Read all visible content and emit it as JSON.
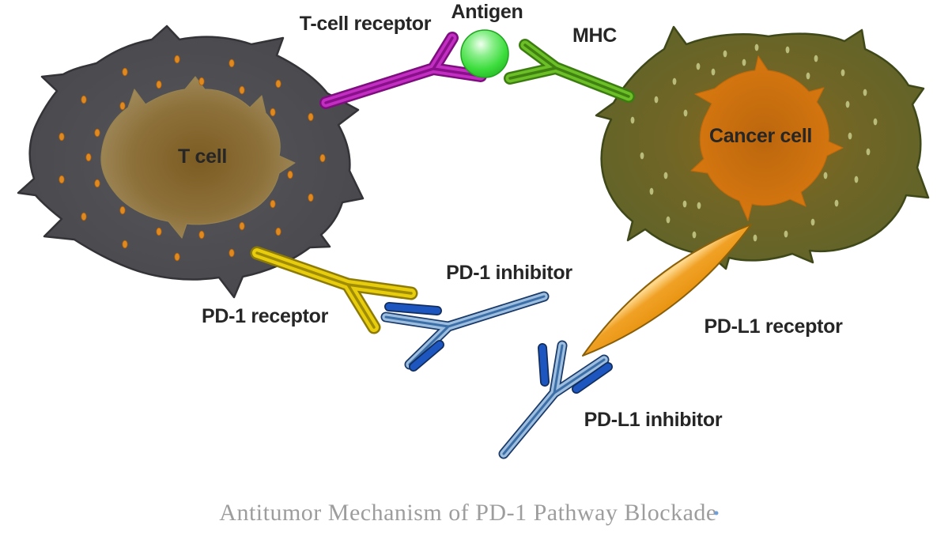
{
  "figure": {
    "background": "#ffffff",
    "label_color": "#262626",
    "labels": {
      "t_cell_receptor": "T-cell receptor",
      "antigen": "Antigen",
      "mhc": "MHC",
      "t_cell": "T cell",
      "cancer_cell": "Cancer cell",
      "pd1_receptor": "PD-1 receptor",
      "pd1_inhibitor": "PD-1 inhibitor",
      "pdl1_receptor": "PD-L1 receptor",
      "pdl1_inhibitor": "PD-L1 inhibitor"
    },
    "caption": {
      "text": "Antitumor Mechanism of PD-1 Pathway Blockade",
      "color": "#9d9d9d",
      "footnote_mark_color": "#6f9fd8"
    },
    "colors": {
      "t_cell_body": "#55555a",
      "t_cell_body_edge": "#454549",
      "t_cell_nucleus_inner": "#7c5c22",
      "t_cell_nucleus_outer": "#a79267",
      "t_cell_granule": "#e0891e",
      "cancer_glow": "#8a6a1e",
      "cancer_body": "#57622a",
      "cancer_nucleus": "#d9790f",
      "cancer_speck": "#b9bc7a",
      "tcr": "#c22ec2",
      "antigen": "#3ddd3d",
      "mhc": "#6cbf27",
      "pd1": "#e7cd0e",
      "inhibitor_light": "#9dbede",
      "inhibitor_dark_chain": "#1e56c0",
      "pdl1": "#f0a125",
      "pdl1_highlight": "#ffd98e"
    }
  }
}
